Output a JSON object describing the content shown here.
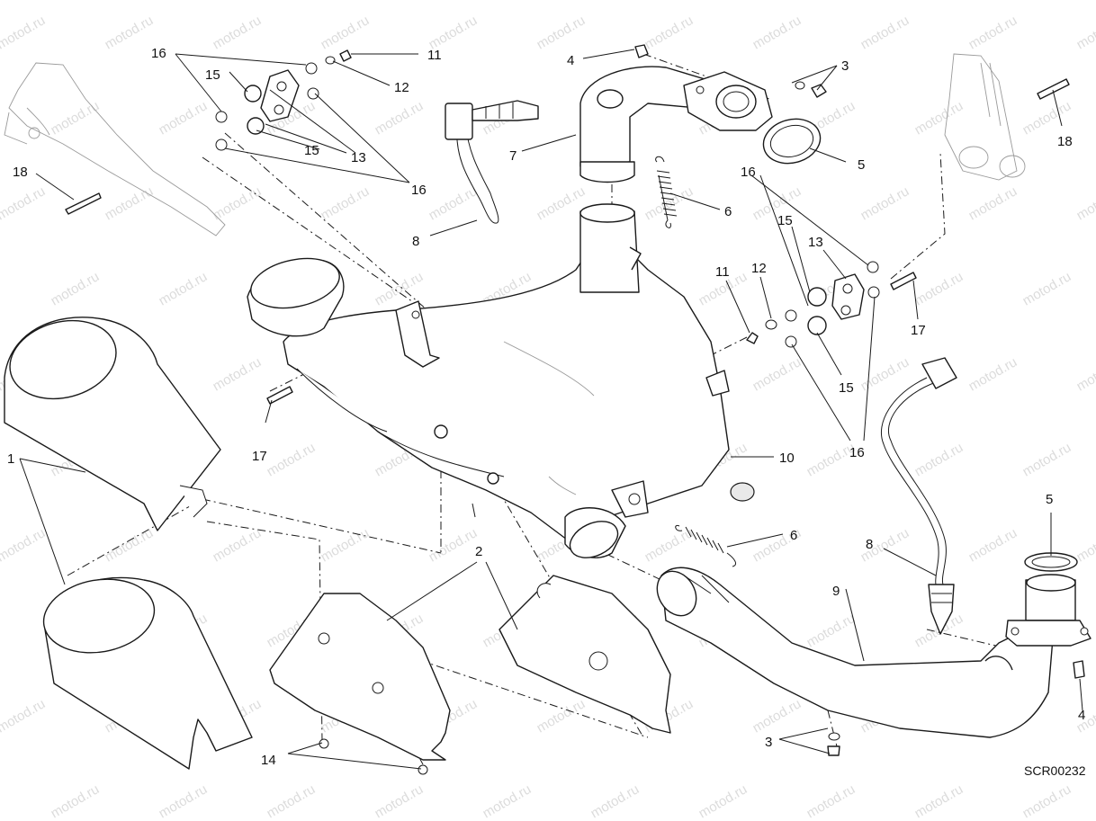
{
  "diagram": {
    "drawing_code": "SCR00232",
    "watermark": "motod.ru",
    "callouts": [
      "1",
      "2",
      "3",
      "4",
      "5",
      "6",
      "7",
      "8",
      "9",
      "10",
      "11",
      "12",
      "13",
      "14",
      "15",
      "16",
      "17",
      "18"
    ]
  }
}
